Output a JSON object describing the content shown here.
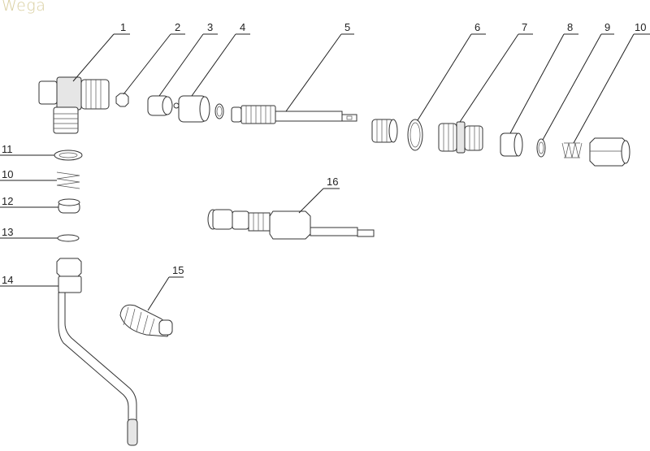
{
  "brand": "Wega",
  "callouts": [
    "1",
    "2",
    "3",
    "4",
    "5",
    "6",
    "7",
    "8",
    "9",
    "10",
    "11",
    "10",
    "12",
    "13",
    "14",
    "15",
    "16"
  ]
}
